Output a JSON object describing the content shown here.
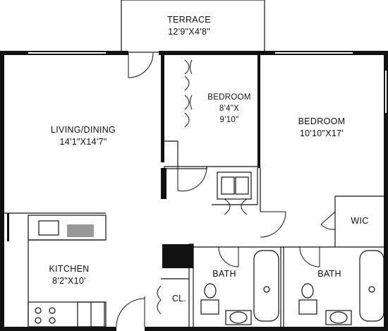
{
  "rooms": {
    "terrace": {
      "name": "TERRACE",
      "dims": "12'9\"X4'8\""
    },
    "living_dining": {
      "name": "LIVING/DINING",
      "dims": "14'1\"X14'7\""
    },
    "bedroom_small": {
      "name": "BEDROOM",
      "dims_line1": "8'4\"X",
      "dims_line2": "9'10\""
    },
    "bedroom_large": {
      "name": "BEDROOM",
      "dims": "10'10\"X17'"
    },
    "wic": {
      "name": "WIC"
    },
    "kitchen": {
      "name": "KITCHEN",
      "dims": "8'2\"X10'"
    },
    "closet": {
      "name": "CL."
    },
    "bath_left": {
      "name": "BATH"
    },
    "bath_right": {
      "name": "BATH"
    }
  }
}
